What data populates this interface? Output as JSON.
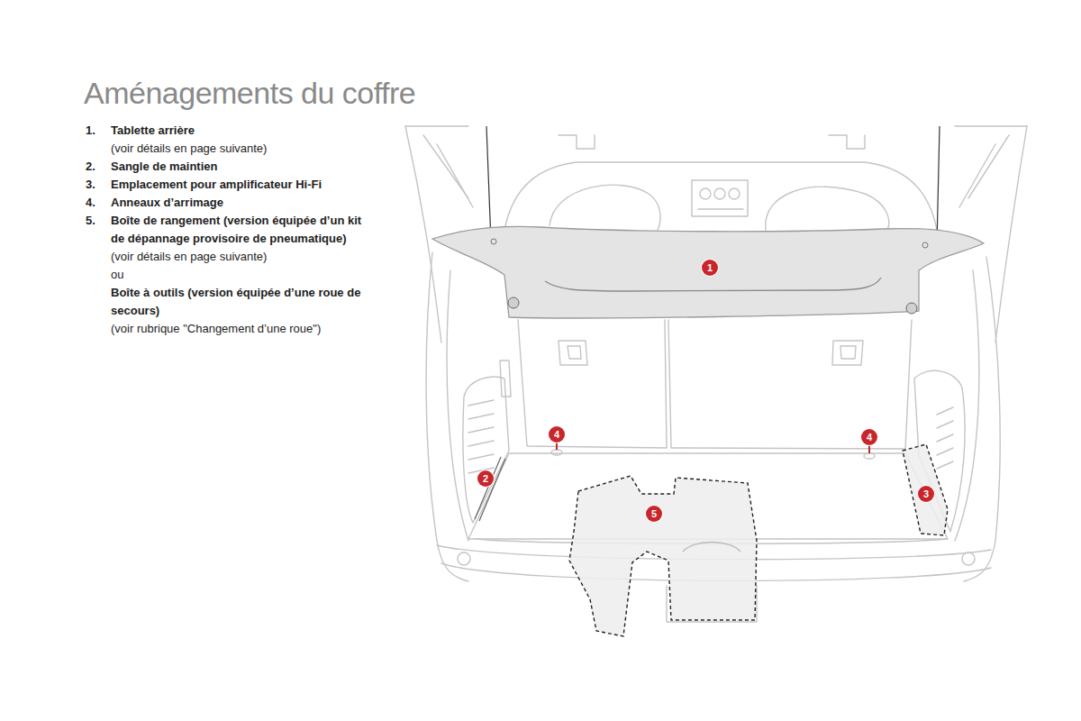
{
  "diagram": {
    "title": "Aménagements du coffre",
    "nodes": [
      {
        "text": [
          "1"
        ]
      },
      {
        "text": [
          "4"
        ]
      },
      {
        "text": [
          "4"
        ]
      },
      {
        "text": [
          "2"
        ]
      },
      {
        "text": [
          "3"
        ]
      },
      {
        "text": [
          "5"
        ]
      }
    ],
    "labels": [
      "1.",
      "Tablette arrière",
      "(voir détails en page suivante)",
      "2.",
      "Sangle de maintien",
      "3.",
      "Emplacement pour amplificateur Hi-Fi",
      "4.",
      "Anneaux d’arrimage",
      "5.",
      "Boîte de rangement (version équipée d’un kit de dépannage provisoire de pneumatique)",
      "(voir détails en page suivante)",
      "ou",
      "Boîte à outils (version équipée d’une roue de secours)",
      "(voir rubrique \"Changement d’une roue\")"
    ]
  }
}
